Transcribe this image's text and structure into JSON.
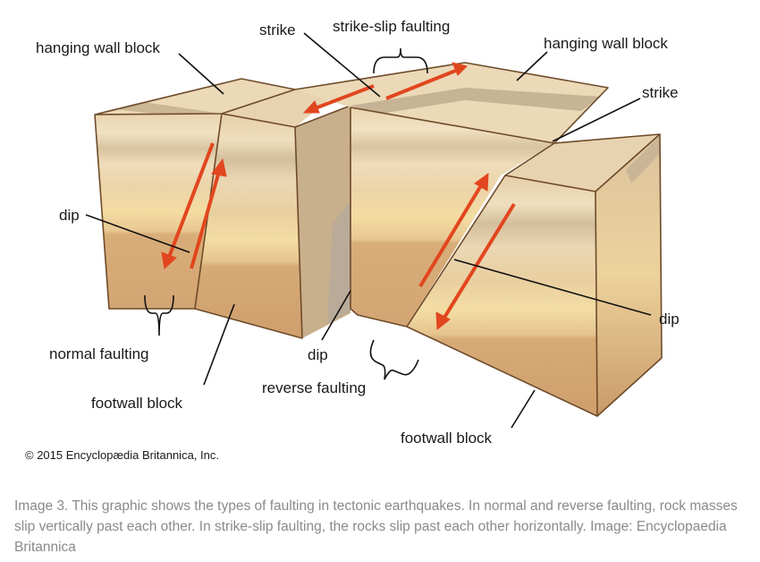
{
  "diagram": {
    "labels": {
      "hanging_wall_left": "hanging wall block",
      "strike_top": "strike",
      "strike_slip": "strike-slip faulting",
      "hanging_wall_right": "hanging wall block",
      "strike_right": "strike",
      "dip_left": "dip",
      "normal_faulting": "normal faulting",
      "footwall_left": "footwall block",
      "dip_center": "dip",
      "reverse_faulting": "reverse faulting",
      "dip_right": "dip",
      "footwall_right": "footwall block"
    },
    "credit": "© 2015 Encyclopædia Britannica, Inc."
  },
  "caption": "Image 3. This graphic shows the types of faulting in tectonic earthquakes. In normal and reverse faulting, rock masses slip vertically past each other. In strike-slip faulting, the rocks slip past each other horizontally. Image: Encyclopaedia Britannica",
  "colors": {
    "top_face": "#ecd9b8",
    "fault_plane": "#c4b49a",
    "arrow": "#e2461e",
    "edge": "#6e4b2a",
    "caption_text": "#8a8a8a"
  }
}
